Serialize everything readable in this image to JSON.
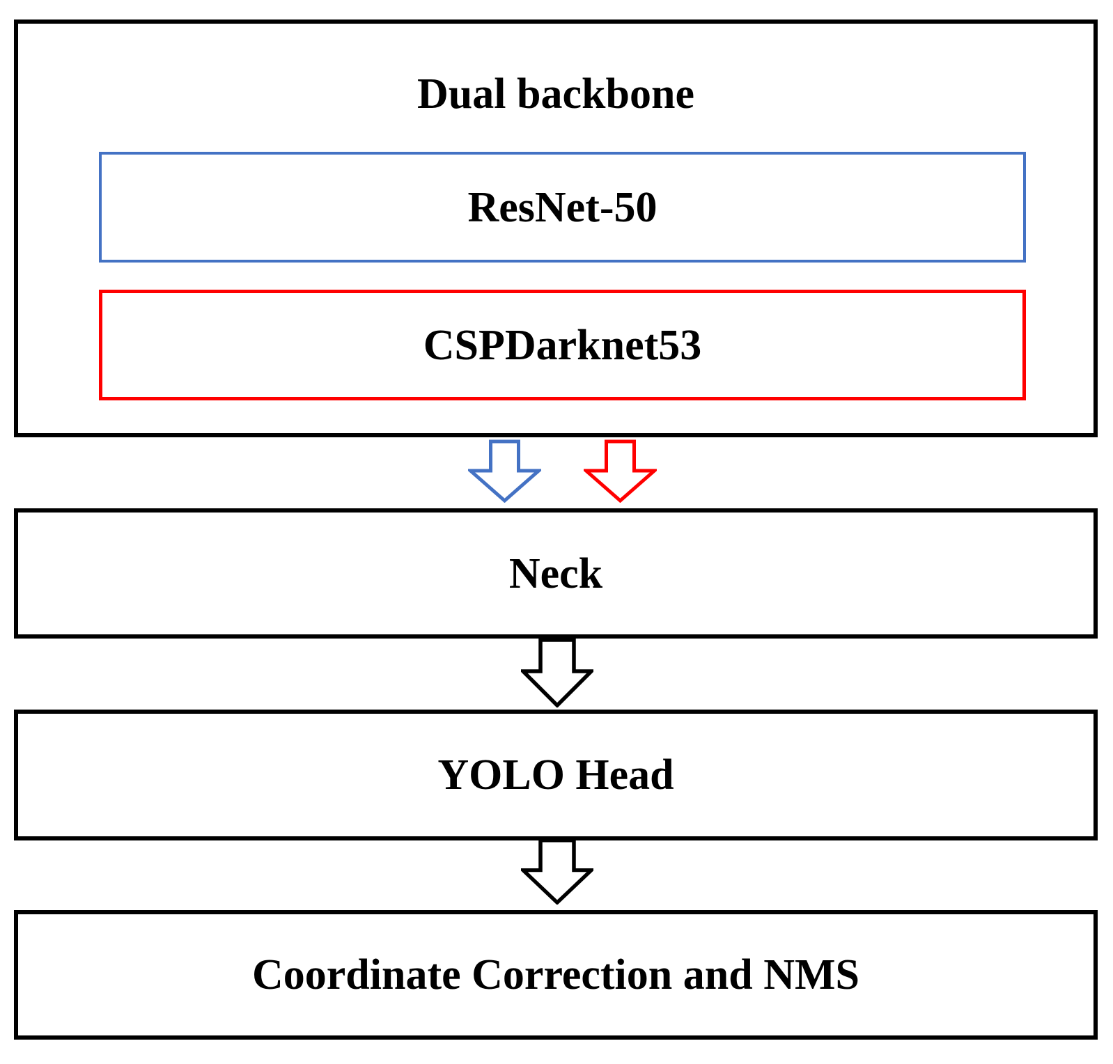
{
  "diagram": {
    "background_color": "#FFFFFF",
    "text_color": "#000000",
    "dual_backbone": {
      "title": "Dual backbone",
      "border_color": "#000000"
    },
    "resnet": {
      "label": "ResNet-50",
      "border_color": "#4472C4"
    },
    "cspdarknet": {
      "label": "CSPDarknet53",
      "border_color": "#FF0000"
    },
    "neck": {
      "label": "Neck",
      "border_color": "#000000"
    },
    "yolo_head": {
      "label": "YOLO Head",
      "border_color": "#000000"
    },
    "coordinate_nms": {
      "label": "Coordinate Correction and NMS",
      "border_color": "#000000"
    },
    "arrows": {
      "resnet_output": {
        "direction": "down",
        "color": "#4472C4"
      },
      "cspdarknet_output": {
        "direction": "down",
        "color": "#FF0000"
      },
      "neck_output": {
        "direction": "down",
        "color": "#000000"
      },
      "yolo_head_output": {
        "direction": "down",
        "color": "#000000"
      }
    }
  }
}
